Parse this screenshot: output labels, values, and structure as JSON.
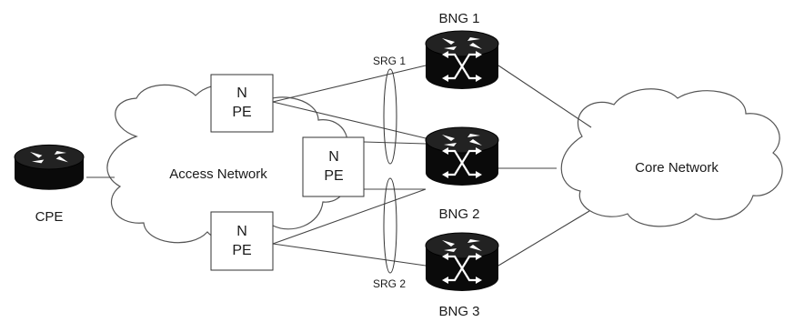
{
  "diagram": {
    "clouds": {
      "access": "Access Network",
      "core": "Core Network"
    },
    "cpe_label": "CPE",
    "pe_boxes": [
      {
        "line1": "N",
        "line2": "PE"
      },
      {
        "line1": "N",
        "line2": "PE"
      },
      {
        "line1": "N",
        "line2": "PE"
      }
    ],
    "bngs": [
      "BNG 1",
      "BNG 2",
      "BNG 3"
    ],
    "srg": [
      "SRG 1",
      "SRG 2"
    ]
  }
}
